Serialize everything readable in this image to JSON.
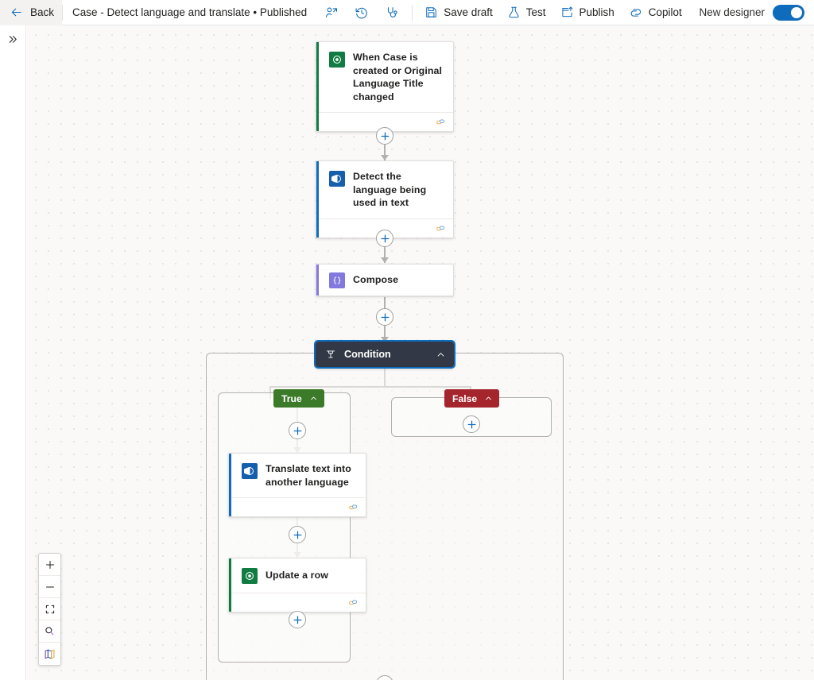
{
  "commandbar": {
    "back_label": "Back",
    "flow_title": "Case - Detect language and translate • Published",
    "icon_buttons": [
      {
        "name": "share-icon",
        "tooltip": "Share"
      },
      {
        "name": "history-icon",
        "tooltip": "Run history"
      },
      {
        "name": "flow-checker-icon",
        "tooltip": "Flow checker"
      }
    ],
    "buttons": [
      {
        "name": "save-draft-button",
        "label": "Save draft",
        "icon": "save-icon"
      },
      {
        "name": "test-button",
        "label": "Test",
        "icon": "beaker-icon"
      },
      {
        "name": "publish-button",
        "label": "Publish",
        "icon": "publish-icon"
      },
      {
        "name": "copilot-button",
        "label": "Copilot",
        "icon": "copilot-icon"
      }
    ],
    "toggle": {
      "label": "New designer",
      "checked": true,
      "color": "#0f6cbd"
    }
  },
  "rail": {
    "expand_icon": "chevron-double-right-icon"
  },
  "canvas": {
    "zoom_toolbar": [
      {
        "name": "zoom-in-button",
        "icon": "plus-icon"
      },
      {
        "name": "zoom-out-button",
        "icon": "minus-icon"
      },
      {
        "name": "fit-to-screen-button",
        "icon": "fit-screen-icon"
      },
      {
        "name": "search-canvas-button",
        "icon": "magnifier-icon"
      },
      {
        "name": "minimap-button",
        "icon": "map-icon"
      }
    ],
    "nodes": {
      "trigger": {
        "title": "When Case is created or Original Language Title changed",
        "accent": "#107c41",
        "icon_bg": "#107c41",
        "icon": "dataverse-icon"
      },
      "detect": {
        "title": "Detect the language being used in text",
        "accent": "#0f6cbd",
        "icon_bg": "#1560ad",
        "icon": "translator-icon"
      },
      "compose": {
        "title": "Compose",
        "accent": "#8378de",
        "icon_bg": "#8378de",
        "icon": "compose-icon"
      },
      "condition": {
        "title": "Condition",
        "icon": "condition-icon",
        "collapse_icon": "chevron-up-icon",
        "selected": true,
        "selection_color": "#0f6cbd",
        "background": "#323845"
      },
      "translate": {
        "title": "Translate text into another language",
        "accent": "#0f6cbd",
        "icon_bg": "#1560ad",
        "icon": "translator-icon"
      },
      "update_row": {
        "title": "Update a row",
        "accent": "#107c41",
        "icon_bg": "#107c41",
        "icon": "dataverse-icon"
      }
    },
    "branches": {
      "true": {
        "label": "True",
        "color": "#3b7a28",
        "collapse_icon": "chevron-up-icon"
      },
      "false": {
        "label": "False",
        "color": "#a4262c",
        "collapse_icon": "chevron-up-icon"
      }
    }
  }
}
